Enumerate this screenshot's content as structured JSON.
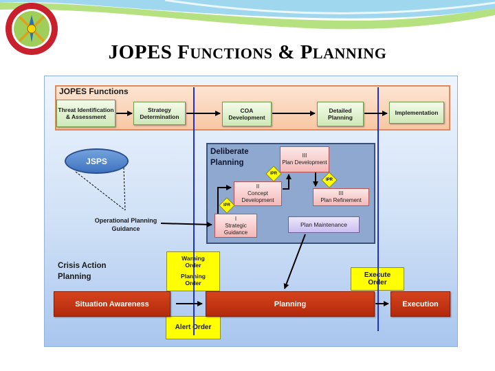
{
  "title": {
    "initial_1": "JOPES F",
    "small_1": "UNCTIONS",
    "mid": " & P",
    "small_2": "LANNING"
  },
  "jopes_functions": {
    "label": "JOPES Functions",
    "steps": [
      "Threat Identification & Assessment",
      "Strategy Determination",
      "COA Development",
      "Detailed Planning",
      "Implementation"
    ]
  },
  "jsps": "JSPS",
  "operational_planning_guidance": "Operational Planning Guidance",
  "deliberate_planning": {
    "label": "Deliberate Planning",
    "phase_1": {
      "numeral": "I",
      "text": "Strategic Guidance"
    },
    "phase_2": {
      "numeral": "II",
      "text": "Concept Development"
    },
    "phase_3": {
      "numeral": "III",
      "text": "Plan Development"
    },
    "phase_3b": {
      "numeral": "III",
      "text": "Plan Refinement"
    },
    "ipr": "IPR",
    "plan_maintenance": "Plan Maintenance"
  },
  "crisis_action_planning": "Crisis Action Planning",
  "orders": {
    "warning": "Warning Order",
    "planning": "Planning Order",
    "alert": "Alert Order",
    "execute": "Execute Order"
  },
  "bottom_bar": [
    "Situation Awareness",
    "Planning",
    "Execution"
  ],
  "colors": {
    "divider_line": "#1f2fcf",
    "bar_red": "#c0351a",
    "order_yellow": "#ffff00",
    "jopes_orange": "#f8c7a4",
    "deliberate_bg": "#8fa8cf"
  }
}
